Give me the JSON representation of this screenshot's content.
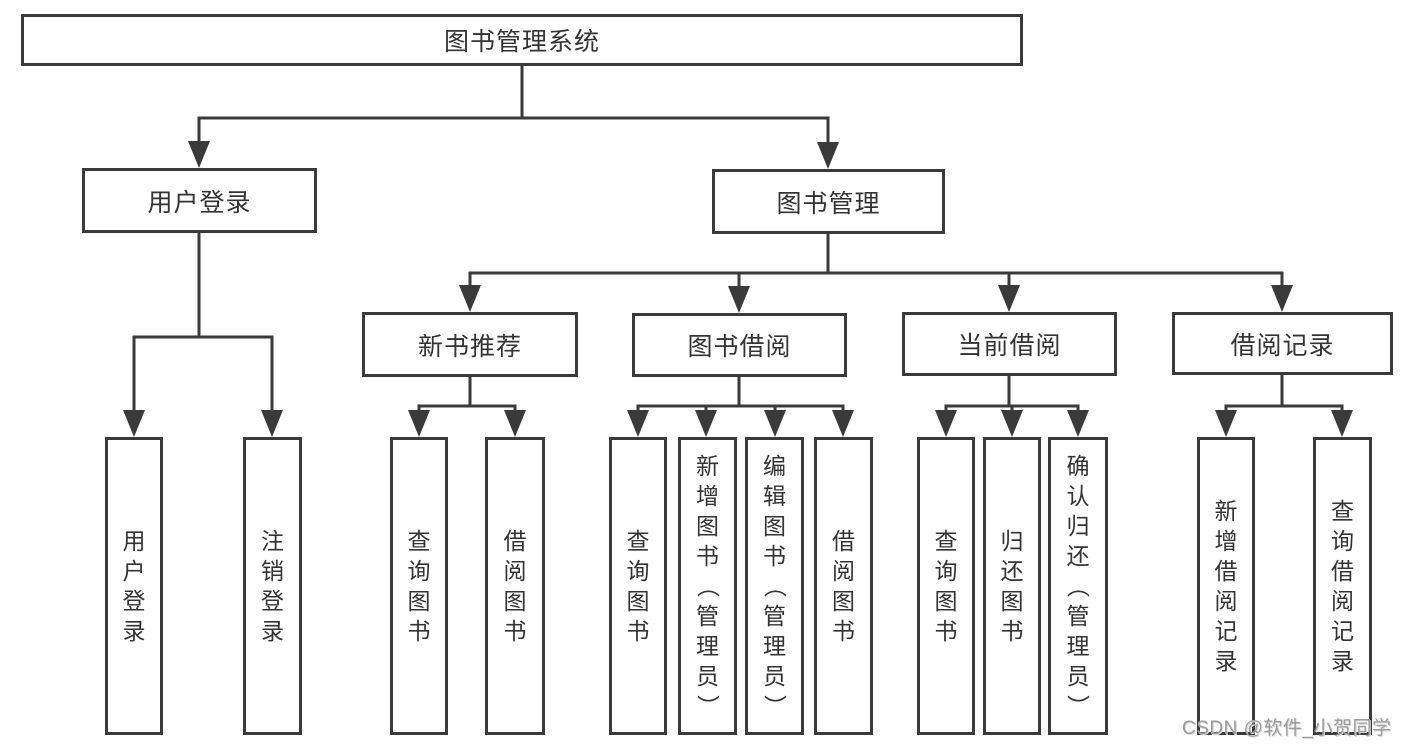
{
  "diagram": {
    "root": {
      "label": "图书管理系统"
    },
    "branches": [
      {
        "label": "用户登录",
        "children": [
          "用户登录",
          "注销登录"
        ]
      },
      {
        "label": "图书管理",
        "children": [
          {
            "label": "新书推荐",
            "children": [
              "查询图书",
              "借阅图书"
            ]
          },
          {
            "label": "图书借阅",
            "children": [
              "查询图书",
              "新增图书（管理员）",
              "编辑图书（管理员）",
              "借阅图书"
            ]
          },
          {
            "label": "当前借阅",
            "children": [
              "查询图书",
              "归还图书",
              "确认归还（管理员）"
            ]
          },
          {
            "label": "借阅记录",
            "children": [
              "新增借阅记录",
              "查询借阅记录"
            ]
          }
        ]
      }
    ]
  },
  "watermark": {
    "text": "CSDN @软件_小贺同学"
  },
  "colors": {
    "line": "#3a3a3a",
    "text": "#333333",
    "watermark": "#9c9c9c",
    "background": "#ffffff"
  }
}
